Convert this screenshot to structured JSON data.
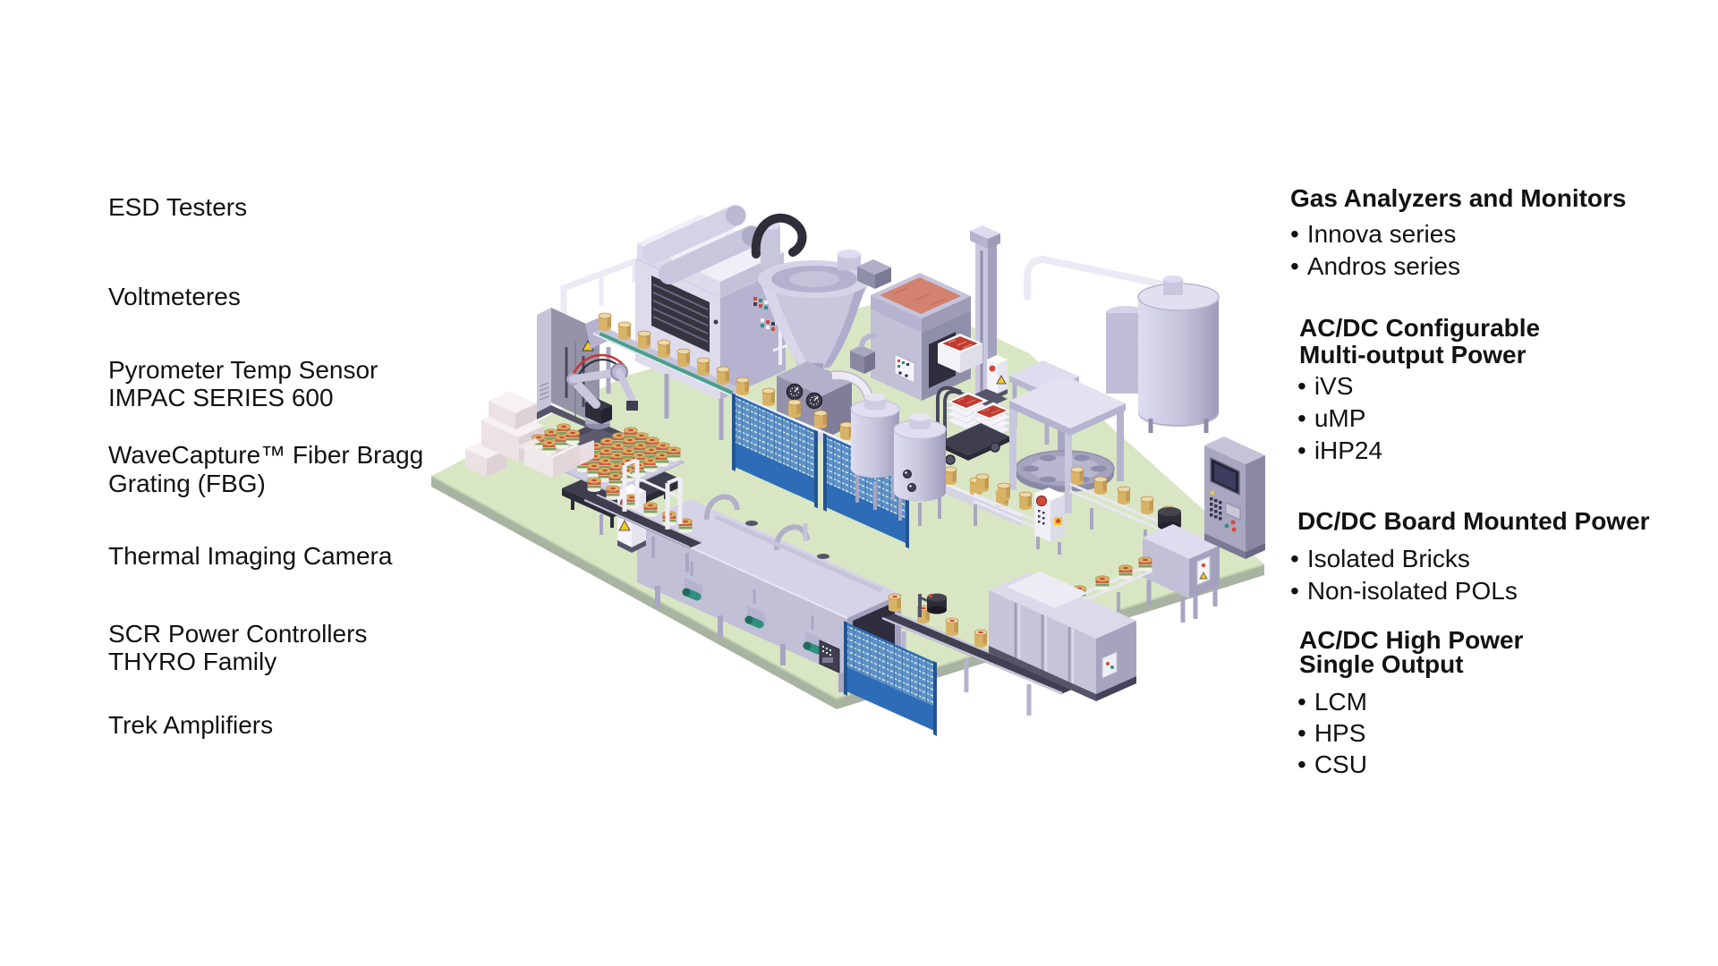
{
  "page": {
    "background": "#ffffff"
  },
  "ui": {
    "bullet": "•"
  },
  "left_column": {
    "items": [
      {
        "lines": [
          "ESD Testers"
        ]
      },
      {
        "lines": [
          "Voltmeteres"
        ]
      },
      {
        "lines": [
          "Pyrometer Temp Sensor",
          "IMPAC SERIES 600"
        ]
      },
      {
        "lines": [
          "WaveCapture™ Fiber Bragg",
          "Grating (FBG)"
        ]
      },
      {
        "lines": [
          "Thermal Imaging Camera"
        ]
      },
      {
        "lines": [
          "SCR Power Controllers",
          "THYRO Family"
        ]
      },
      {
        "lines": [
          "Trek Amplifiers"
        ]
      }
    ]
  },
  "right_column": {
    "groups": [
      {
        "title_lines": [
          "Gas Analyzers and Monitors"
        ],
        "items": [
          "Innova series",
          "Andros series"
        ]
      },
      {
        "title_lines": [
          "AC/DC Configurable",
          "Multi-output Power"
        ],
        "items": [
          "iVS",
          "uMP",
          "iHP24"
        ]
      },
      {
        "title_lines": [
          "DC/DC Board Mounted Power"
        ],
        "items": [
          "Isolated Bricks",
          "Non-isolated POLs"
        ]
      },
      {
        "title_lines": [
          "AC/DC High Power",
          "Single Output"
        ],
        "items": [
          "LCM",
          "HPS",
          "CSU"
        ]
      }
    ]
  },
  "illustration": {
    "type": "isometric-food-factory-scene",
    "elements": [
      "control-cabinet",
      "processing-machine",
      "can-conveyor",
      "mixing-hopper",
      "ingredient-bin",
      "lift-column",
      "product-crate",
      "hand-cart",
      "prep-table",
      "storage-silo",
      "safety-fence",
      "mixing-tanks",
      "rotary-filling-machine",
      "washer-machine",
      "hmi-control-panel",
      "pasteurizer-tunnel",
      "robot-arm",
      "jar-pallet",
      "packing-boxes",
      "exit-conveyor",
      "palletizer-machine"
    ],
    "colors": {
      "floor": "#d9e6c4",
      "floor_edge": "#a9b3a2",
      "machine_light": "#dddbec",
      "machine_mid": "#c2c0d6",
      "machine_dark": "#8b89a2",
      "fence_blue": "#2d6db8",
      "can_gold": "#d9b365",
      "lid_red": "#d0493b",
      "product_red": "#bf3b2f",
      "belt_teal": "#49a08c",
      "warning_yellow": "#f4c71f"
    }
  }
}
